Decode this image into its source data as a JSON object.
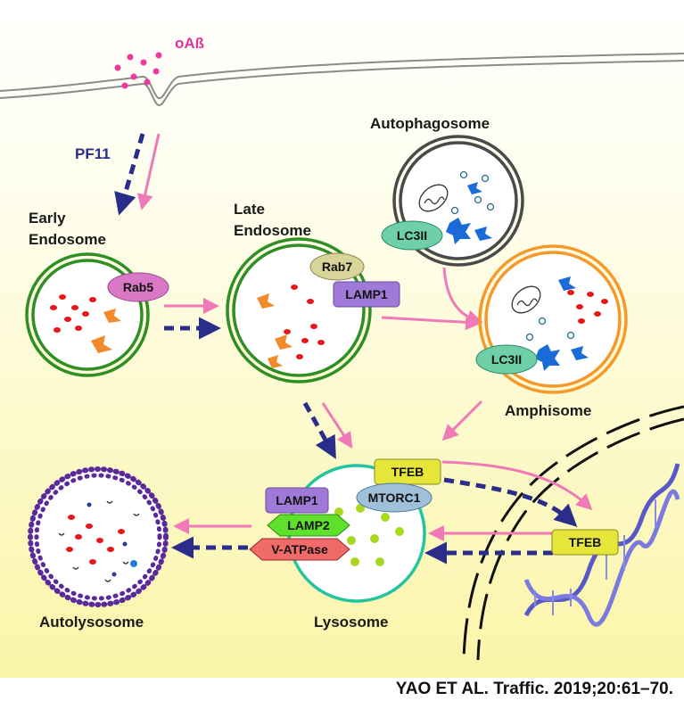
{
  "labels": {
    "oab": "oAß",
    "pf11": "PF11",
    "early_endosome_1": "Early",
    "early_endosome_2": "Endosome",
    "late_endosome_1": "Late",
    "late_endosome_2": "Endosome",
    "autophagosome": "Autophagosome",
    "amphisome": "Amphisome",
    "lysosome": "Lysosome",
    "autolysosome": "Autolysosome"
  },
  "tags": {
    "rab5": "Rab5",
    "rab7": "Rab7",
    "lamp1_late": "LAMP1",
    "lc3ii_autophagosome": "LC3II",
    "lc3ii_amphisome": "LC3II",
    "tfeb_lysosome": "TFEB",
    "mtorc1": "MTORC1",
    "lamp1_lysosome": "LAMP1",
    "lamp2": "LAMP2",
    "vatpase": "V-ATPase",
    "tfeb_nucleus": "TFEB"
  },
  "citation": "YAO ET AL. Traffic. 2019;20:61–70.",
  "colors": {
    "background_top": "#ffffff",
    "background_bottom": "#fbf6b0",
    "oab_text": "#e8329b",
    "pf11_text": "#2b2d8a",
    "pink_arrow": "#f07ab8",
    "navy_arrow": "#2b2d8a",
    "endosome_green": "#2f8f24",
    "autophagosome_gray": "#4a4a4a",
    "amphisome_orange": "#f59a2a",
    "lysosome_teal": "#25c4a0",
    "autolysosome_purple": "#5a2a9a",
    "rab5_pink": "#d978c4",
    "rab7_tan": "#d8d49a",
    "lamp1_purple": "#a07ad8",
    "lc3ii_green": "#6fd0a8",
    "tfeb_yellow": "#e6e63a",
    "mtorc1_blue": "#9ec0d8",
    "lamp2_green": "#5fe02a",
    "vatpase_red": "#f06a6a",
    "dna_purple": "#6a6ad8"
  }
}
